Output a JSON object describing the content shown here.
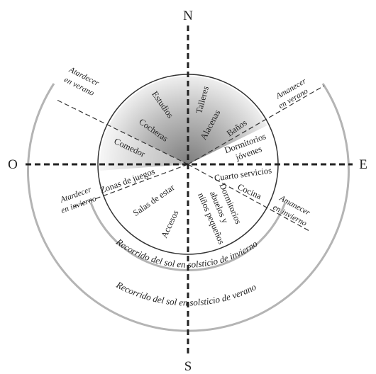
{
  "cardinals": {
    "north": "N",
    "south": "S",
    "east": "E",
    "west": "O"
  },
  "rooms": {
    "talleres": "Talleres",
    "estudios": "Estudios",
    "alacenas": "Alacenas",
    "cocheras": "Cocheras",
    "banos": "Baños",
    "dormitorios_jovenes_1": "Dormitorios",
    "dormitorios_jovenes_2": "jóvenes",
    "comedor": "Comedor",
    "cuarto_servicios": "Cuarto servicios",
    "zonas_de_juegos": "Zonas de juegos",
    "cocina": "Cocina",
    "salas_de_estar": "Salas de estar",
    "dormitorios_abuelos_1": "Dormitorios",
    "dormitorios_abuelos_2": "abuelos y",
    "dormitorios_abuelos_3": "niños pequeños",
    "accesos": "Accesos"
  },
  "sun_events": {
    "atardecer_verano_1": "Atardecer",
    "atardecer_verano_2": "en verano",
    "amanecer_verano_1": "Amanecer",
    "amanecer_verano_2": "en verano",
    "atardecer_invierno_1": "Atardecer",
    "atardecer_invierno_2": "en invierno",
    "amanecer_invierno_1": "Amanecer",
    "amanecer_invierno_2": "en invierno"
  },
  "sun_paths": {
    "winter": "Recorrido del sol en solsticio de invierno",
    "summer": "Recorrido del sol en solsticio de verano"
  },
  "colors": {
    "axis": "#222222",
    "circle": "#333333",
    "arc": "#b4b4b4",
    "shade_dark": "#8a8a8a",
    "shade_light": "#f4f4f4"
  }
}
